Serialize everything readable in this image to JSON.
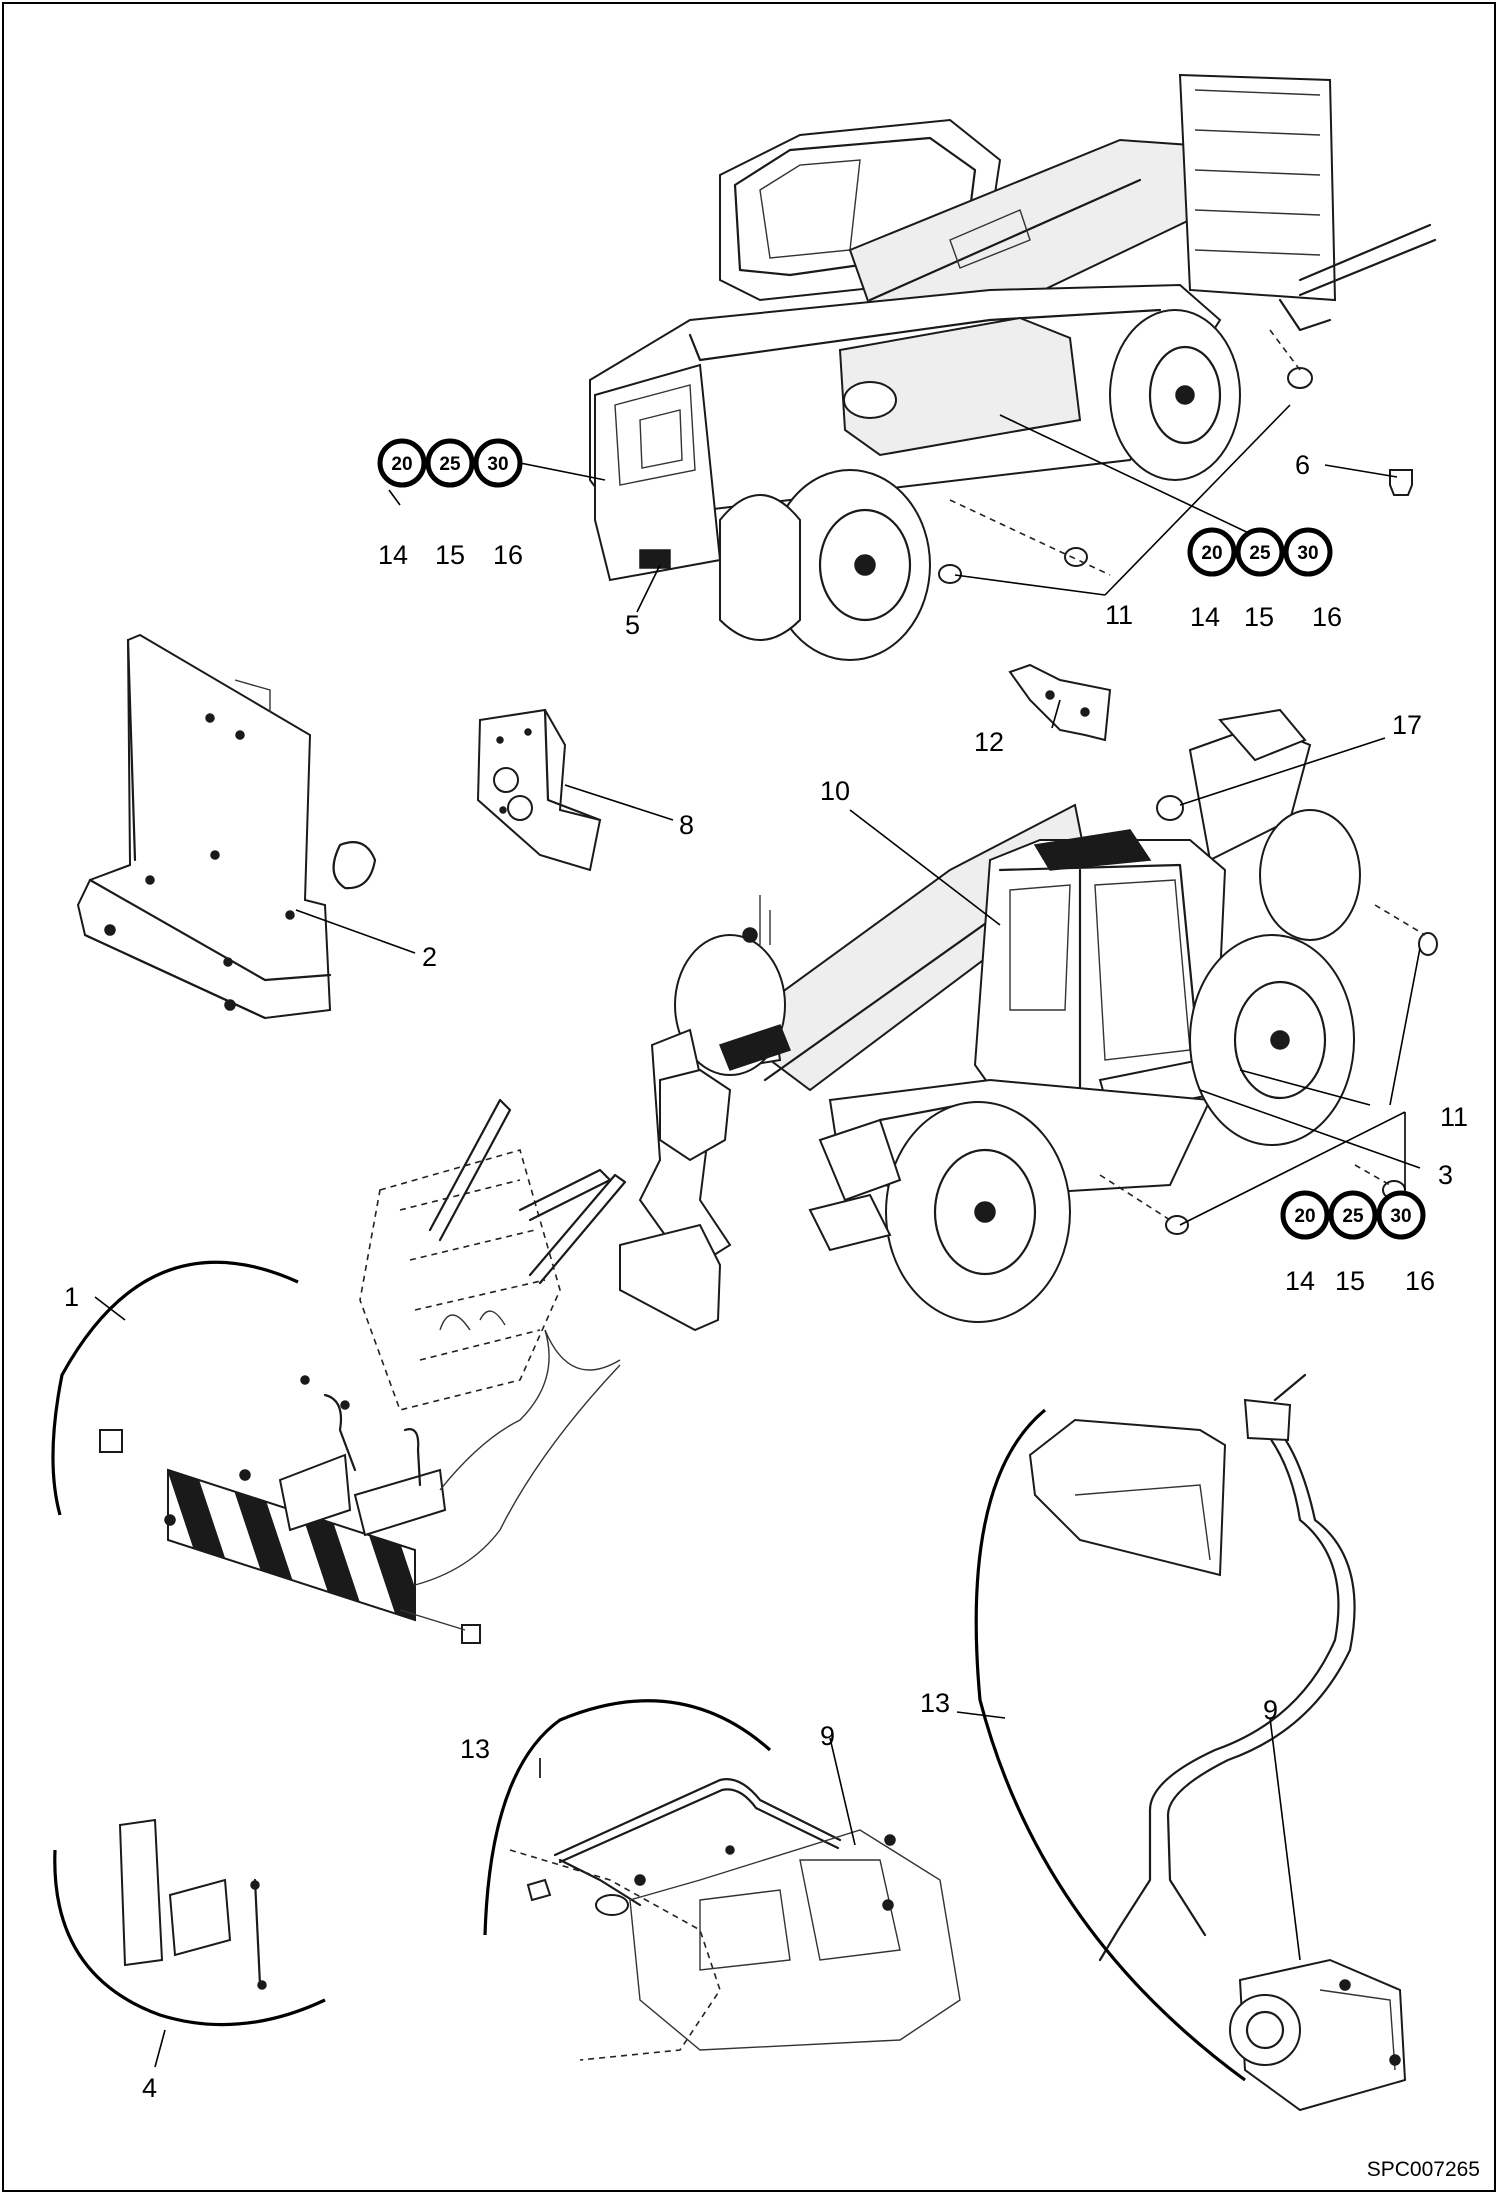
{
  "document_id": "SPC007265",
  "callouts": {
    "c1": "1",
    "c2": "2",
    "c3": "3",
    "c4": "4",
    "c5": "5",
    "c6": "6",
    "c8": "8",
    "c9a": "9",
    "c9b": "9",
    "c10": "10",
    "c11a": "11",
    "c11b": "11",
    "c12": "12",
    "c13a": "13",
    "c13b": "13",
    "c14a": "14",
    "c15a": "15",
    "c16a": "16",
    "c14b": "14",
    "c15b": "15",
    "c16b": "16",
    "c14c": "14",
    "c15c": "15",
    "c16c": "16",
    "c17": "17"
  },
  "badges": {
    "g1": [
      "20",
      "25",
      "30"
    ],
    "g2": [
      "20",
      "25",
      "30"
    ],
    "g3": [
      "20",
      "25",
      "30"
    ]
  },
  "icons": [
    "speed-limit-20-sign-icon",
    "speed-limit-25-sign-icon",
    "speed-limit-30-sign-icon"
  ]
}
